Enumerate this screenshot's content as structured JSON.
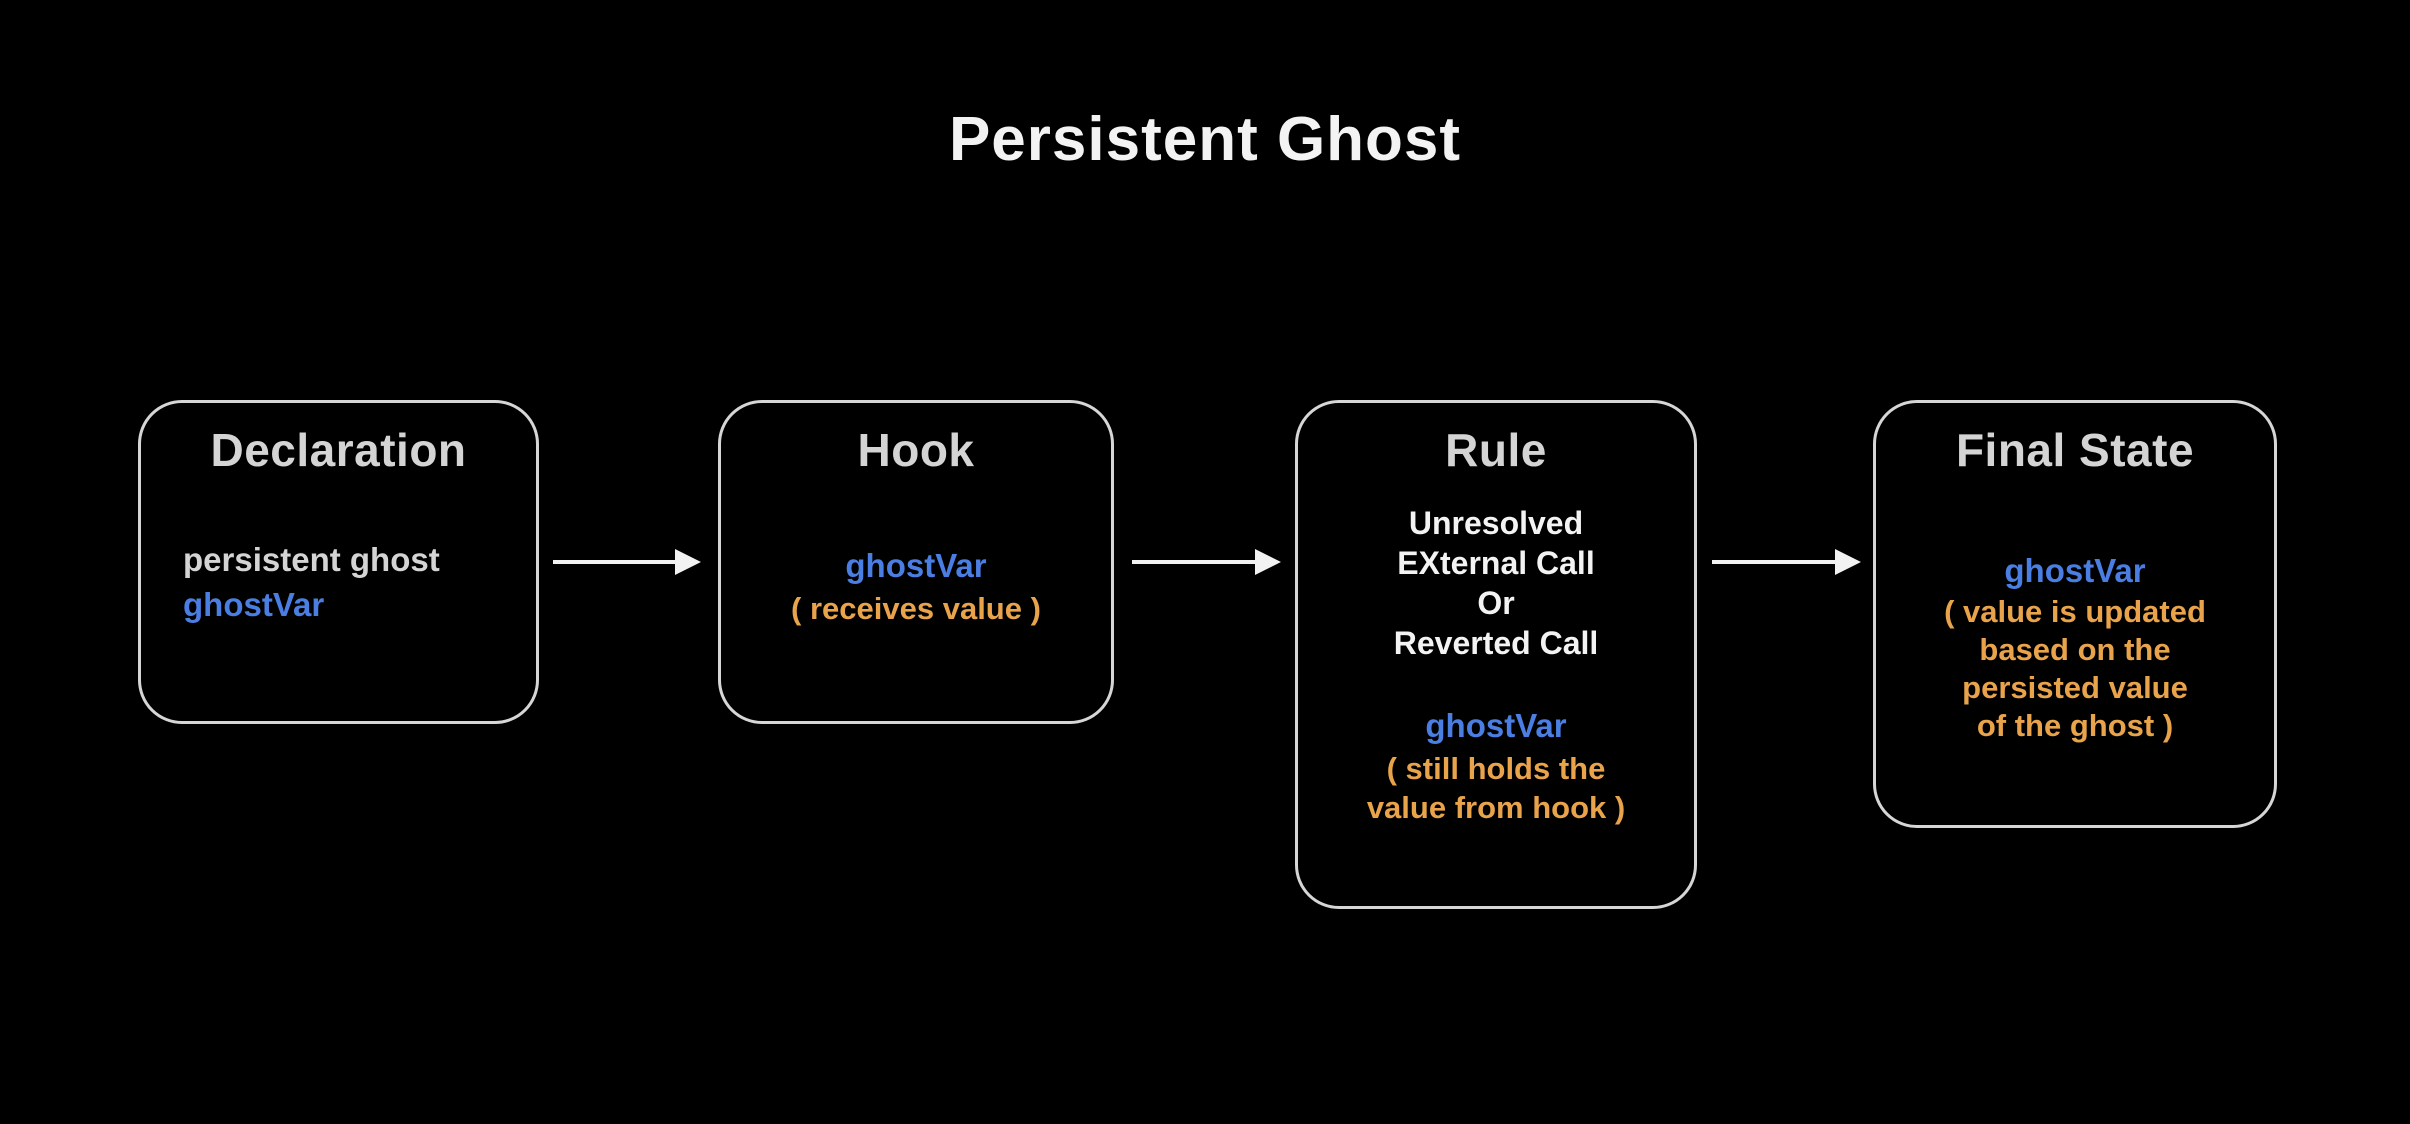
{
  "title": "Persistent Ghost",
  "colors": {
    "background": "#000000",
    "box_border": "#D6D6D6",
    "heading": "#D4D4D4",
    "body_white": "#F3F3F3",
    "accent_blue": "#4B7EE2",
    "accent_orange": "#E8A34B",
    "arrow": "#F2F2F2"
  },
  "boxes": [
    {
      "title": "Declaration",
      "code_line": "persistent ghost",
      "var_name": "ghostVar"
    },
    {
      "title": "Hook",
      "var_name": "ghostVar",
      "note_lines": [
        "( receives value )"
      ]
    },
    {
      "title": "Rule",
      "body_lines": [
        "Unresolved",
        "EXternal Call",
        "Or",
        "Reverted Call"
      ],
      "var_name": "ghostVar",
      "note_lines": [
        "( still holds the",
        "value from hook )"
      ]
    },
    {
      "title": "Final State",
      "var_name": "ghostVar",
      "note_lines": [
        "( value is updated",
        "based on the",
        "persisted value",
        "of the ghost )"
      ]
    }
  ]
}
